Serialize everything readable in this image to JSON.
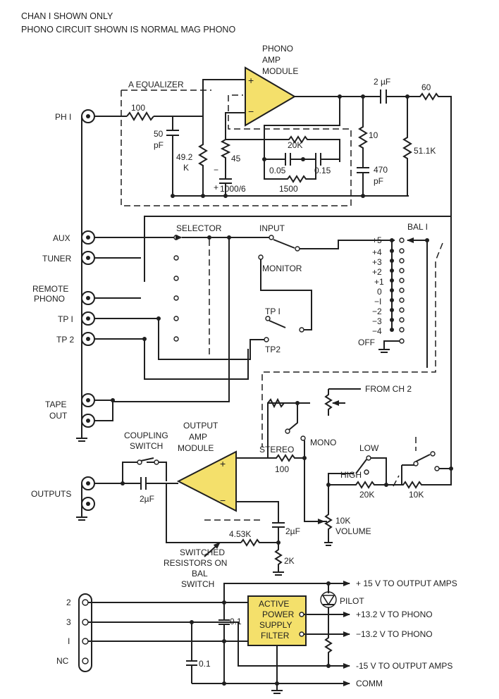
{
  "header": {
    "line1": "CHAN I SHOWN ONLY",
    "line2": "PHONO CIRCUIT SHOWN IS NORMAL MAG PHONO"
  },
  "colors": {
    "module_fill": "#f4e06b",
    "ink": "#1f1f1f"
  },
  "labels": {
    "phono_amp_module": [
      "PHONO",
      "AMP",
      "MODULE"
    ],
    "a_equalizer": "A EQUALIZER",
    "ph1": "PH I",
    "r100_input": "100",
    "c50pf": [
      "50",
      "pF"
    ],
    "r49k": [
      "49.2",
      "K"
    ],
    "r45": "45",
    "r20k_eq": "20K",
    "c005": "0.05",
    "c015": "0.15",
    "r1500": "1500",
    "c1000": "1000/6",
    "c2uf_out": "2 µF",
    "r60": "60",
    "r10": "10",
    "c470": [
      "470",
      "pF"
    ],
    "r51k": "51.1K",
    "aux": "AUX",
    "tuner": "TUNER",
    "remote_phono": [
      "REMOTE",
      "PHONO"
    ],
    "tp1": "TP I",
    "tp2": "TP 2",
    "tape_out": [
      "TAPE",
      "OUT"
    ],
    "selector": "SELECTOR",
    "input": "INPUT",
    "monitor": "MONITOR",
    "tp1_sw": "TP I",
    "tp2_sw": "TP2",
    "bal1": "BAL I",
    "bal_positions": [
      "+5",
      "+4",
      "+3",
      "+2",
      "+1",
      "0",
      "−I",
      "−2",
      "−3",
      "−4",
      "OFF"
    ],
    "from_ch2": "FROM CH 2",
    "stereo": "STEREO",
    "mono": "MONO",
    "r100_mix": "100",
    "low": "LOW",
    "high": "HIGH",
    "r20k_tone": "20K",
    "r10k_tone": "10K",
    "volume_pot": "10K",
    "volume": "VOLUME",
    "output_amp_module": [
      "OUTPUT",
      "AMP",
      "MODULE"
    ],
    "coupling_switch": [
      "COUPLING",
      "SWITCH"
    ],
    "outputs": "OUTPUTS",
    "c2uf_output": "2µF",
    "r453k": "4.53K",
    "c2uf_fb": "2µF",
    "r2k": "2K",
    "switched_resistors": [
      "SWITCHED",
      "RESISTORS ON",
      "BAL",
      "SWITCH"
    ],
    "conn_pins": [
      "2",
      "3",
      "I",
      "NC"
    ],
    "c01_a": "0.1",
    "c01_b": "0.1",
    "filter_module": [
      "ACTIVE",
      "POWER",
      "SUPPLY",
      "FILTER"
    ],
    "pilot": "PILOT",
    "rail_out_plus15": "+ 15 V  TO OUTPUT AMPS",
    "rail_phono_plus": "+13.2 V  TO PHONO",
    "rail_phono_minus": "−13.2 V  TO PHONO",
    "rail_out_minus15": "-15 V  TO OUTPUT AMPS",
    "rail_comm": "COMM"
  }
}
